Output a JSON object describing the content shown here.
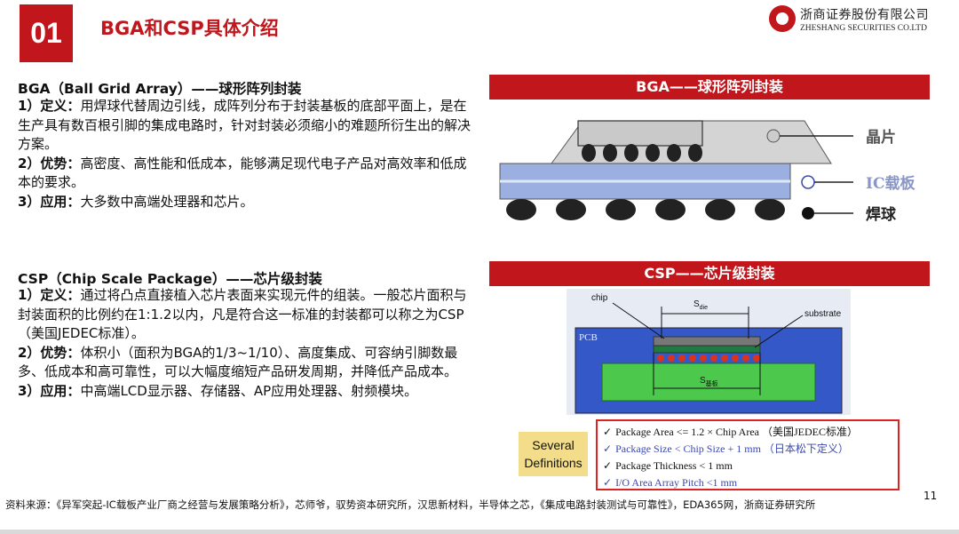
{
  "header": {
    "section_number": "01",
    "title": "BGA和CSP具体介绍",
    "logo_cn": "浙商证券股份有限公司",
    "logo_en": "ZHESHANG SECURITIES CO.LTD"
  },
  "bga": {
    "heading": "BGA（Ball Grid Array）——球形阵列封装",
    "def_label": "1）定义：",
    "def_text": "用焊球代替周边引线，成阵列分布于封装基板的底部平面上，是在生产具有数百根引脚的集成电路时，针对封装必须缩小的难题所衍生出的解决方案。",
    "adv_label": "2）优势：",
    "adv_text": "高密度、高性能和低成本，能够满足现代电子产品对高效率和低成本的要求。",
    "app_label": "3）应用：",
    "app_text": "大多数中高端处理器和芯片。",
    "figure_title": "BGA——球形阵列封装",
    "figure_labels": {
      "chip": "晶片",
      "substrate": "IC载板",
      "ball": "焊球"
    }
  },
  "csp": {
    "heading": "CSP（Chip Scale Package）——芯片级封装",
    "def_label": "1）定义：",
    "def_text": "通过将凸点直接植入芯片表面来实现元件的组装。一般芯片面积与封装面积的比例约在1:1.2以内，凡是符合这一标准的封装都可以称之为CSP（美国JEDEC标准）。",
    "adv_label": "2）优势：",
    "adv_text": "体积小（面积为BGA的1/3~1/10）、高度集成、可容纳引脚数最多、低成本和高可靠性，可以大幅度缩短产品研发周期，并降低产品成本。",
    "app_label": "3）应用：",
    "app_text": "中高端LCD显示器、存储器、AP应用处理器、射频模块。",
    "figure_title": "CSP——芯片级封装",
    "figure_labels": {
      "chip": "chip",
      "substrate": "substrate",
      "pcb": "PCB",
      "s_die": "S",
      "s_die_sub": "die",
      "s_sub": "S",
      "s_sub_sub": "基板"
    },
    "defs_label_1": "Several",
    "defs_label_2": "Definitions",
    "defs": [
      {
        "text": "Package Area <= 1.2 × Chip Area （美国JEDEC标准）",
        "color": "black"
      },
      {
        "text": "Package Size < Chip Size + 1 mm （日本松下定义）",
        "color": "blue"
      },
      {
        "text": "Package Thickness < 1 mm",
        "color": "black"
      },
      {
        "text": "I/O Area Array Pitch <1 mm",
        "color": "blue"
      }
    ]
  },
  "footer": {
    "source": "资料来源：《异军突起-IC载板产业厂商之经营与发展策略分析》，芯师爷，驭势资本研究所，汉思新材料，半导体之芯，《集成电路封装测试与可靠性》，EDA365网，浙商证券研究所",
    "page_number": "11"
  },
  "colors": {
    "brand_red": "#c0161c",
    "substrate_blue": "#9bb0e0",
    "pcb_blue": "#3458c8",
    "pcb_green": "#4cc94c"
  }
}
